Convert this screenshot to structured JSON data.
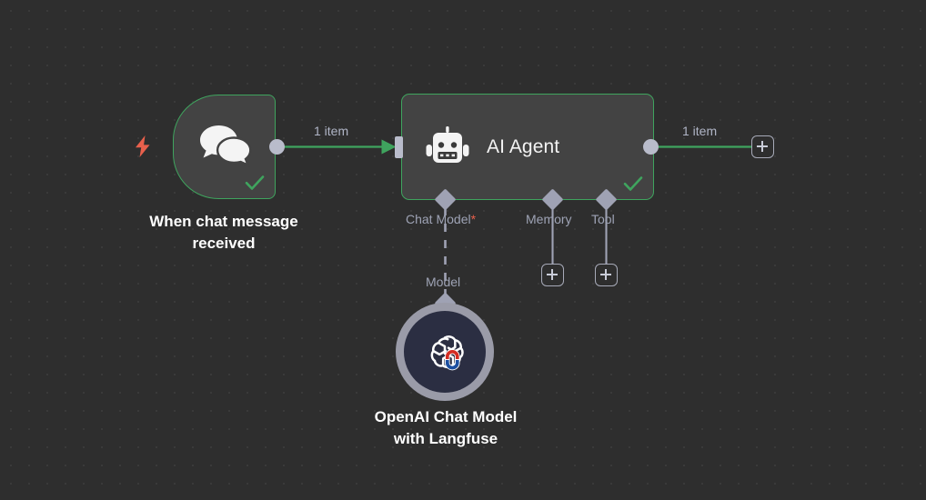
{
  "app": {
    "name": "n8n-workflow-canvas",
    "background_color": "#2e2e2e",
    "grid_dot_color": "#3b3b3b",
    "accent_green": "#3fa45e",
    "trigger_bolt_color": "#e8604c",
    "port_color": "#b9bccb",
    "connector_diamond_color": "#9fa2b4"
  },
  "nodes": {
    "trigger": {
      "caption": "When chat message\nreceived",
      "icon": "chat-bubbles-icon",
      "badge_icon": "lightning-bolt-icon",
      "status": "success",
      "status_icon": "check-icon"
    },
    "agent": {
      "title": "AI Agent",
      "icon": "robot-icon",
      "status": "success",
      "status_icon": "check-icon",
      "sub_ports": [
        {
          "label": "Chat Model",
          "required": true,
          "required_mark": "*"
        },
        {
          "label": "Memory",
          "required": false,
          "required_mark": ""
        },
        {
          "label": "Tool",
          "required": false,
          "required_mark": ""
        }
      ]
    },
    "model": {
      "caption": "OpenAI Chat Model\nwith Langfuse",
      "icon": "openai-logo-icon",
      "overlay_icon": "magnet-icon",
      "port_label": "Model",
      "ring_color": "#9a9ba8",
      "body_color": "#2b2e42"
    }
  },
  "edges": {
    "trigger_to_agent": {
      "label": "1 item"
    },
    "agent_to_next": {
      "label": "1 item"
    }
  },
  "buttons": {
    "add_after_agent": {
      "icon": "plus-icon",
      "title": "Add node"
    },
    "add_memory": {
      "icon": "plus-icon",
      "title": "Add memory"
    },
    "add_tool": {
      "icon": "plus-icon",
      "title": "Add tool"
    }
  }
}
